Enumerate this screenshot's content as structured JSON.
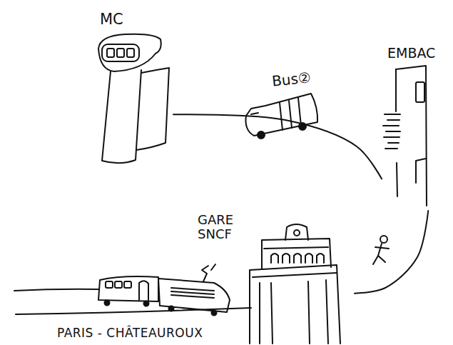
{
  "diagram": {
    "nodes": [
      {
        "text": [
          "MC"
        ]
      },
      {
        "text": [
          "EMBAC"
        ]
      },
      {
        "text": [
          "GARE SNCF"
        ]
      }
    ],
    "edges": [
      {
        "from": 0,
        "to": 1,
        "arrow": "none",
        "label": "Bus②"
      },
      {
        "from": 1,
        "to": 2,
        "arrow": "none"
      }
    ],
    "labels": [
      "PARIS - CHÂTEAUROUX"
    ]
  }
}
